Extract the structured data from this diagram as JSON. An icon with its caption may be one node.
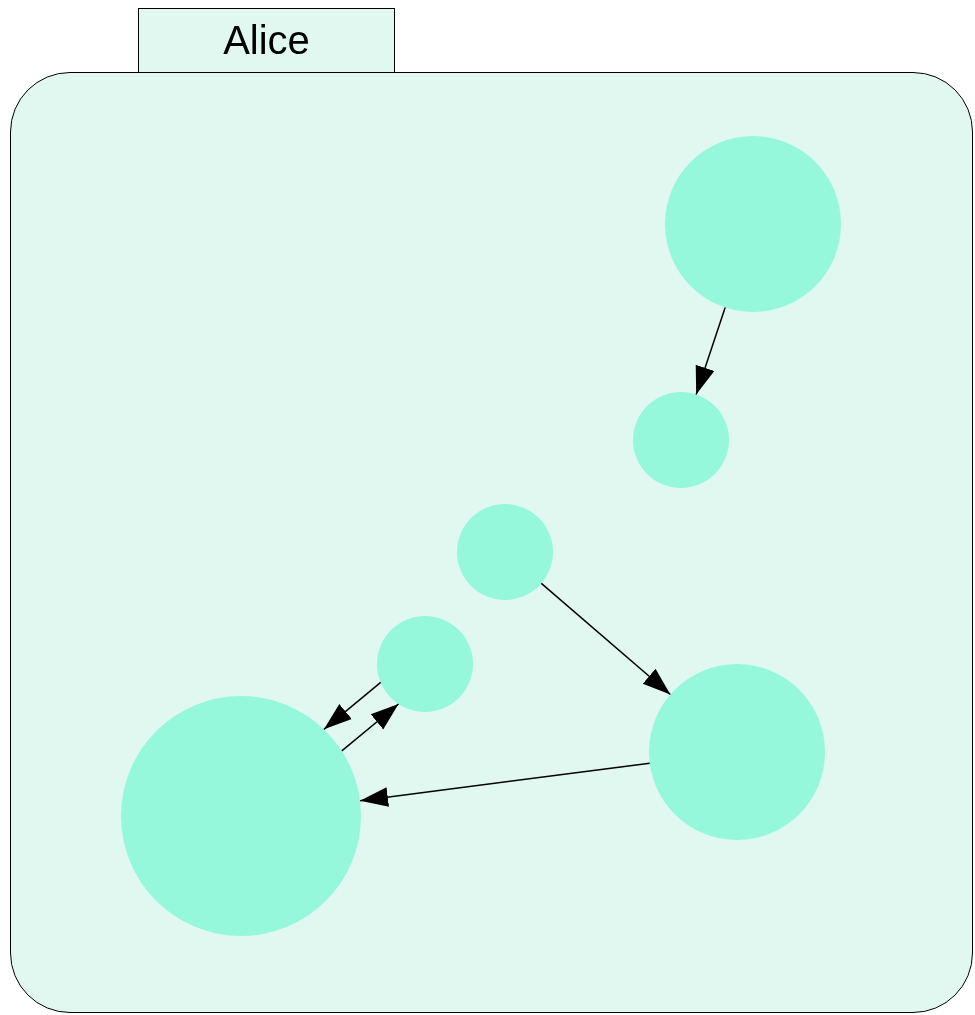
{
  "diagram": {
    "nodes": [
      {
        "text": [
          "Alice"
        ]
      },
      {
        "text": [],
        "shape": "circle",
        "in": 0
      },
      {
        "text": [],
        "shape": "circle",
        "in": 0
      },
      {
        "text": [],
        "shape": "circle",
        "in": 0
      },
      {
        "text": [],
        "shape": "circle",
        "in": 0
      },
      {
        "text": [],
        "shape": "circle",
        "in": 0
      },
      {
        "text": [],
        "shape": "circle",
        "in": 0
      }
    ],
    "edges": [
      {
        "from": 1,
        "to": 2,
        "arrow": "to"
      },
      {
        "from": 3,
        "to": 5,
        "arrow": "to"
      },
      {
        "from": 5,
        "to": 6,
        "arrow": "to"
      },
      {
        "from": 4,
        "to": 6,
        "arrow": "to"
      },
      {
        "from": 6,
        "to": 4,
        "arrow": "to"
      }
    ]
  }
}
